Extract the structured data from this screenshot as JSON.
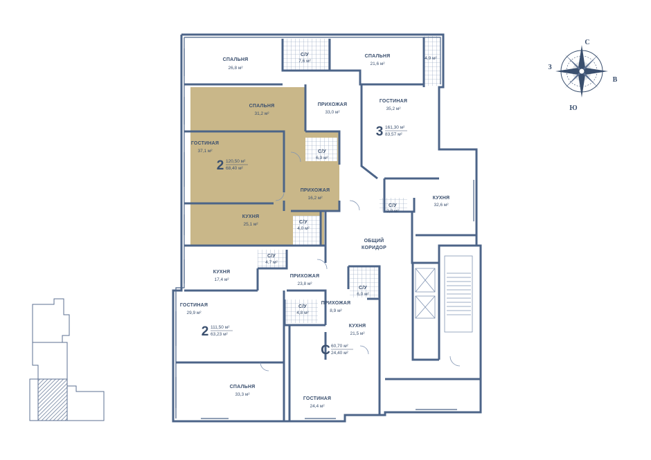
{
  "plan": {
    "rooms": [
      {
        "name": "СПАЛЬНЯ",
        "area": "26,8 м²"
      },
      {
        "name": "С/У",
        "area": "7,6 м²"
      },
      {
        "name": "СПАЛЬНЯ",
        "area": "21,6 м²"
      },
      {
        "name": "",
        "area": "4,9 м²"
      },
      {
        "name": "СПАЛЬНЯ",
        "area": "31,2 м²"
      },
      {
        "name": "ПРИХОЖАЯ",
        "area": "33,0 м²"
      },
      {
        "name": "ГОСТИНАЯ",
        "area": "35,2 м²"
      },
      {
        "name": "ГОСТИНАЯ",
        "area": "37,1 м²"
      },
      {
        "name": "С/У",
        "area": "6,9 м²"
      },
      {
        "name": "ПРИХОЖАЯ",
        "area": "16,2 м²"
      },
      {
        "name": "КУХНЯ",
        "area": "32,6 м²"
      },
      {
        "name": "С/У",
        "area": "2,8 м²"
      },
      {
        "name": "КУХНЯ",
        "area": "25,1 м²"
      },
      {
        "name": "С/У",
        "area": "4,0 м²"
      },
      {
        "name": "ОБЩИЙ",
        "area": "КОРИДОР"
      },
      {
        "name": "КУХНЯ",
        "area": "17,4 м²"
      },
      {
        "name": "С/У",
        "area": "4,7 м²"
      },
      {
        "name": "ПРИХОЖАЯ",
        "area": "23,8 м²"
      },
      {
        "name": "С/У",
        "area": "6,0 м²"
      },
      {
        "name": "ГОСТИНАЯ",
        "area": "29,9 м²"
      },
      {
        "name": "С/У",
        "area": "4,8 м²"
      },
      {
        "name": "ПРИХОЖАЯ",
        "area": "8,9 м²"
      },
      {
        "name": "КУХНЯ",
        "area": "21,5 м²"
      },
      {
        "name": "СПАЛЬНЯ",
        "area": "33,3 м²"
      },
      {
        "name": "ГОСТИНАЯ",
        "area": "24,4 м²"
      }
    ],
    "apartments": [
      {
        "number": "3",
        "total": "161,30 м²",
        "living": "83,57 м²",
        "highlighted": false
      },
      {
        "number": "2",
        "total": "120,50 м²",
        "living": "68,40 м²",
        "highlighted": true
      },
      {
        "number": "2",
        "total": "111,50 м²",
        "living": "63,23 м²",
        "highlighted": false
      },
      {
        "number": "С",
        "total": "60,70 м²",
        "living": "24,40 м²",
        "highlighted": false
      }
    ]
  },
  "compass": {
    "north": "С",
    "west": "З",
    "east": "В",
    "south": "Ю"
  },
  "colors": {
    "line": "#4c6488",
    "highlight": "#c9b789",
    "text": "#3a4f6e",
    "thumb_hatch": "#5b6f90"
  }
}
